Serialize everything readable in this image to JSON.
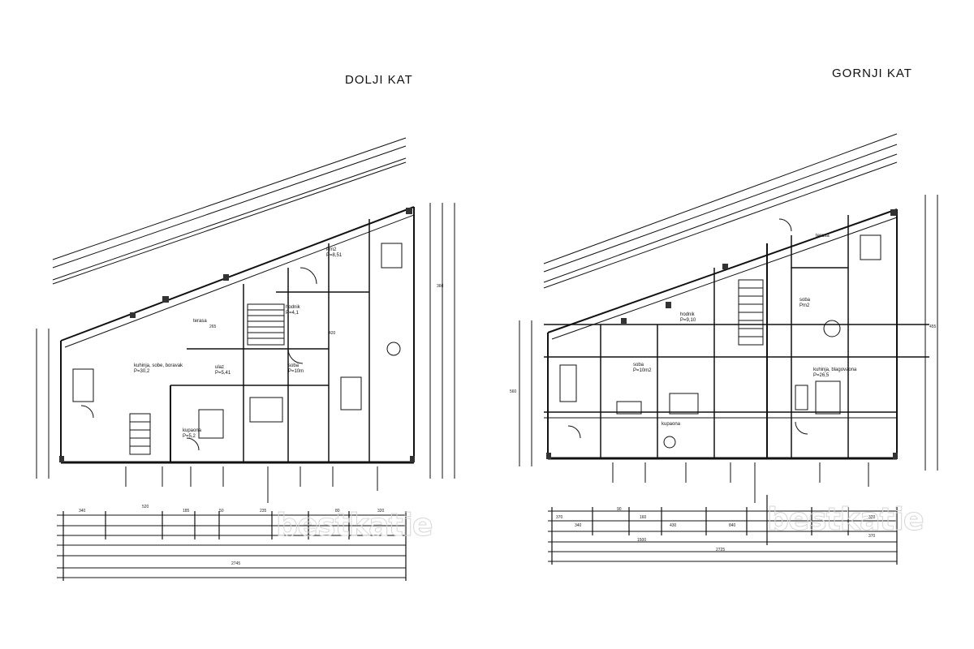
{
  "plans": [
    {
      "title": "DOLJI KAT",
      "watermark": "bestkatie",
      "rooms": [
        {
          "id": "r1",
          "text": "kuhinja, sobe, boravak",
          "area": "P=30,2"
        },
        {
          "id": "r2",
          "text": "ulaz",
          "area": "P=5,41"
        },
        {
          "id": "r3",
          "text": "soba",
          "area": "P=10m"
        },
        {
          "id": "r4",
          "text": "Pm2",
          "area": "P=8,51"
        },
        {
          "id": "r5",
          "text": "hodnik",
          "area": "P=4,1"
        },
        {
          "id": "r6",
          "text": "kupaona",
          "area": "P=5,2"
        },
        {
          "id": "r7",
          "text": "terasa",
          "area": ""
        }
      ],
      "dims_bottom": [
        "340",
        "520",
        "185",
        "50",
        "235",
        "80",
        "320"
      ],
      "dims_total": [
        "2745"
      ],
      "dims_side": [
        "360",
        "265",
        "420"
      ]
    },
    {
      "title": "GORNJI KAT",
      "watermark": "bestkatie",
      "rooms": [
        {
          "id": "r1",
          "text": "kuhinja, blagovaona",
          "area": "P=26,5"
        },
        {
          "id": "r2",
          "text": "soba",
          "area": "P=10m2"
        },
        {
          "id": "r3",
          "text": "hodnik",
          "area": "P=9,10"
        },
        {
          "id": "r4",
          "text": "kupaona",
          "area": ""
        },
        {
          "id": "r5",
          "text": "terasa",
          "area": ""
        },
        {
          "id": "r6",
          "text": "soba",
          "area": "Pm2"
        }
      ],
      "dims_bottom": [
        "370",
        "340",
        "90",
        "160",
        "430",
        "840",
        "320",
        "370"
      ],
      "dims_total": [
        "1500",
        "2725"
      ],
      "dims_side": [
        "455",
        "560"
      ]
    }
  ]
}
